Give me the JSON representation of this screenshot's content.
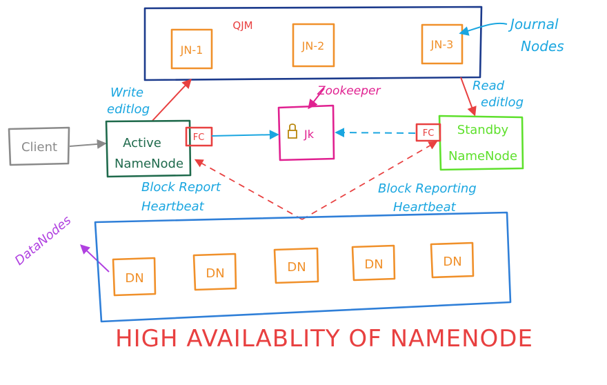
{
  "qjm": {
    "label": "QJM"
  },
  "journal_nodes": [
    "JN-1",
    "JN-2",
    "JN-3"
  ],
  "journal_nodes_label": [
    "Journal",
    "Nodes"
  ],
  "zookeeper": {
    "label": "Zookeeper",
    "box_label": "Jk"
  },
  "client": {
    "label": "Client"
  },
  "active_namenode": {
    "line1": "Active",
    "line2": "NameNode",
    "fc": "FC"
  },
  "standby_namenode": {
    "line1": "Standby",
    "line2": "NameNode",
    "fc": "FC"
  },
  "write_editlog": [
    "Write",
    "editlog"
  ],
  "read_editlog": [
    "Read",
    "editlog"
  ],
  "block_report_left": [
    "Block Report",
    "Heartbeat"
  ],
  "block_report_right": [
    "Block Reporting",
    "Heartbeat"
  ],
  "datanodes_label": "DataNodes",
  "datanodes": [
    "DN",
    "DN",
    "DN",
    "DN",
    "DN"
  ],
  "title": "HIGH AVAILABLITY OF NAMENODE",
  "colors": {
    "navy": "#1b3a8c",
    "orange": "#f0902a",
    "red": "#e84040",
    "cyan": "#1aa6e0",
    "magenta": "#e02090",
    "gray": "#8a8a8a",
    "teal": "#1f6a4c",
    "green": "#5ee02c",
    "blue": "#2f7fd8",
    "purple": "#b040e0"
  }
}
